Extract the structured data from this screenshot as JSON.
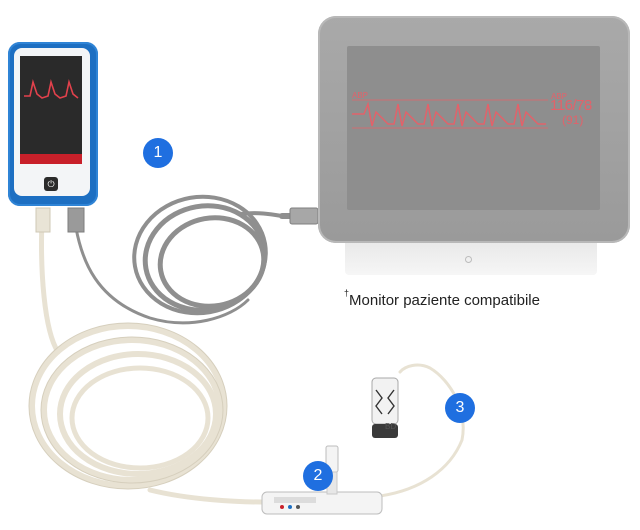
{
  "callouts": [
    "1",
    "2",
    "3"
  ],
  "caption": {
    "symbol": "†",
    "text": "Monitor paziente compatibile"
  },
  "monitor": {
    "abp_label_left": "ABP",
    "abp_label_right": "ABP",
    "abp_values": "116/78",
    "abp_mean": "(91)"
  },
  "transducer": {
    "logo": "BD"
  },
  "colors": {
    "device_blue": "#1d6fc2",
    "badge_blue": "#1f6fe0",
    "waveform_red": "#e2626a",
    "monitor_gray": "#a3a3a3",
    "cable_gray": "#8c8c8c",
    "tubing_cream": "#eee9dc"
  },
  "icons": [
    "power-icon"
  ]
}
